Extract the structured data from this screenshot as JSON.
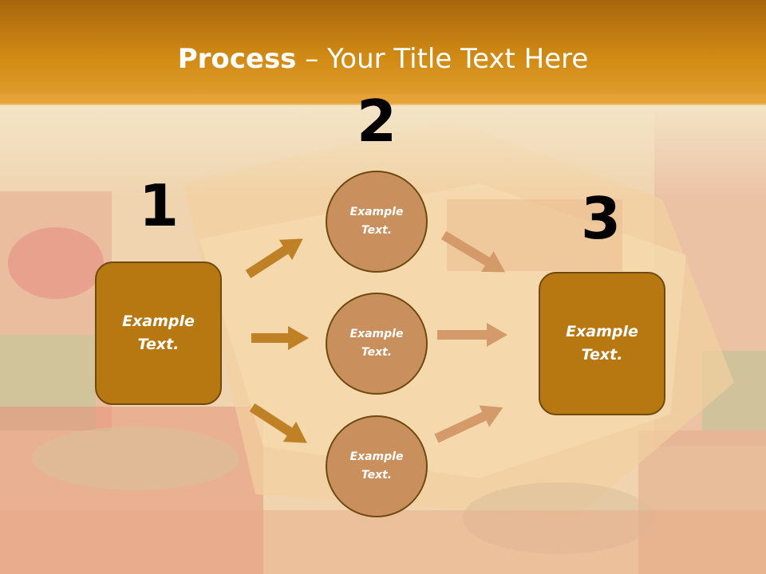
{
  "title": {
    "bold": "Process",
    "rest": " – Your Title Text Here"
  },
  "numbers": {
    "one": "1",
    "two": "2",
    "three": "3"
  },
  "nodes": {
    "left_box": "Example\nText.",
    "circle_top": "Example\nText.",
    "circle_middle": "Example\nText.",
    "circle_bottom": "Example\nText.",
    "right_box": "Example\nText."
  },
  "colors": {
    "header_band": "#c8800f",
    "box_fill": "#b87811",
    "circle_fill": "#c98f5c",
    "arrow_left": "#c08025",
    "arrow_right": "#d49a6a",
    "outline": "#6e4a0e"
  }
}
